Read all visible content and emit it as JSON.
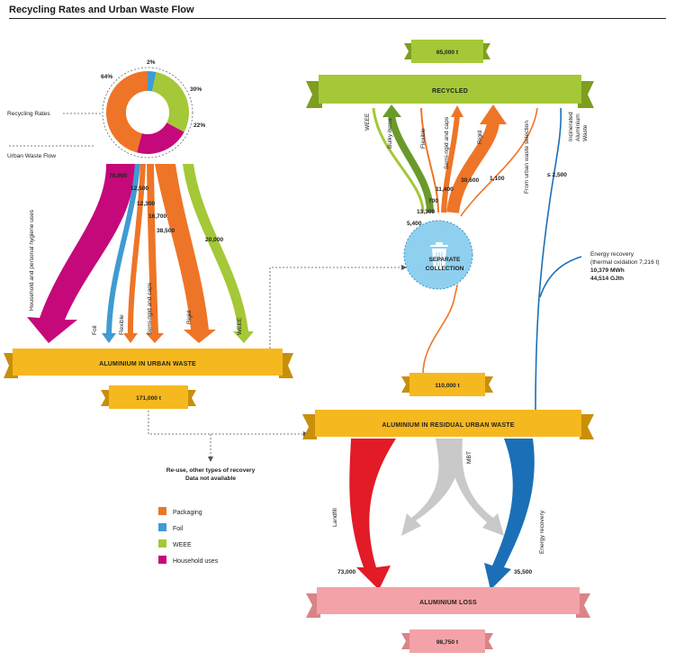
{
  "title": "Recycling Rates and Urban Waste Flow",
  "colors": {
    "packaging": "#ee7527",
    "foil": "#3f9bd1",
    "weee": "#a4c837",
    "household": "#c5087a",
    "banner": "#f6b81f",
    "banner_dark": "#c88f0a",
    "recycled": "#a4c837",
    "loss": "#f3a3a7",
    "landfill": "#e21b27",
    "energy": "#1b6fb7",
    "mbt": "#c9c9c9",
    "collection": "#8fd0ee"
  },
  "donut": {
    "label": "Recycling Rates",
    "slices": [
      {
        "name": "Packaging",
        "percent": "64%",
        "value": 64
      },
      {
        "name": "Foil",
        "percent": "2%",
        "value": 2
      },
      {
        "name": "WEEE",
        "percent": "30%",
        "value": 30
      },
      {
        "name": "Household uses",
        "percent": "22%",
        "value": 22
      }
    ]
  },
  "urban_flow_label": "Urban Waste Flow",
  "inputs": {
    "household": {
      "label": "Household and personal hygiene uses",
      "value": "79,900"
    },
    "foil": {
      "label": "Foil",
      "value": "12,500"
    },
    "flexible": {
      "label": "Flexible",
      "value": "12,300"
    },
    "semirigid": {
      "label": "Semi-rigid and caps",
      "value": "16,700"
    },
    "rigid": {
      "label": "Rigid",
      "value": "38,500"
    },
    "weee": {
      "label": "WEEE",
      "value": "20,000"
    }
  },
  "urban_waste": {
    "label": "ALUMINIUM IN URBAN WASTE",
    "total": "171,000 t"
  },
  "reuse_note": {
    "line1": "Re-use, other types of recovery",
    "line2": "Data not available"
  },
  "legend": [
    {
      "name": "Packaging",
      "color": "#ee7527"
    },
    {
      "name": "Foil",
      "color": "#3f9bd1"
    },
    {
      "name": "WEEE",
      "color": "#a4c837"
    },
    {
      "name": "Household uses",
      "color": "#c5087a"
    }
  ],
  "recycled": {
    "label": "RECYCLED",
    "total": "65,000 t"
  },
  "recycled_streams": [
    {
      "label": "WEEE",
      "value": "5,400"
    },
    {
      "label": "Bulky items",
      "value": "13,300"
    },
    {
      "label": "Flexible",
      "value": "700"
    },
    {
      "label": "Semi-rigid and caps",
      "value": "11,400"
    },
    {
      "label": "Rigid",
      "value": "30,600"
    },
    {
      "label": "From urban waste selection",
      "value": "1,100"
    },
    {
      "label": "Incinerated Aluminium Waste",
      "value": "≤ 2,500"
    }
  ],
  "collection": {
    "line1": "SEPARATE",
    "line2": "COLLECTION"
  },
  "energy_recovery_note": {
    "line1": "Energy recovery",
    "line2": "(thermal oxidation 7,216 t)",
    "line3": "10,379 MWh",
    "line4": "44,514 GJth"
  },
  "residual": {
    "label": "ALUMINIUM IN RESIDUAL URBAN WASTE",
    "total": "110,000 t"
  },
  "residual_flows": {
    "landfill": {
      "label": "Landfill",
      "value": "73,000"
    },
    "mbt": {
      "label": "MBT"
    },
    "energy": {
      "label": "Energy recovery",
      "value": "35,500"
    }
  },
  "loss": {
    "label": "ALUMINIUM LOSS",
    "total": "98,750 t"
  }
}
